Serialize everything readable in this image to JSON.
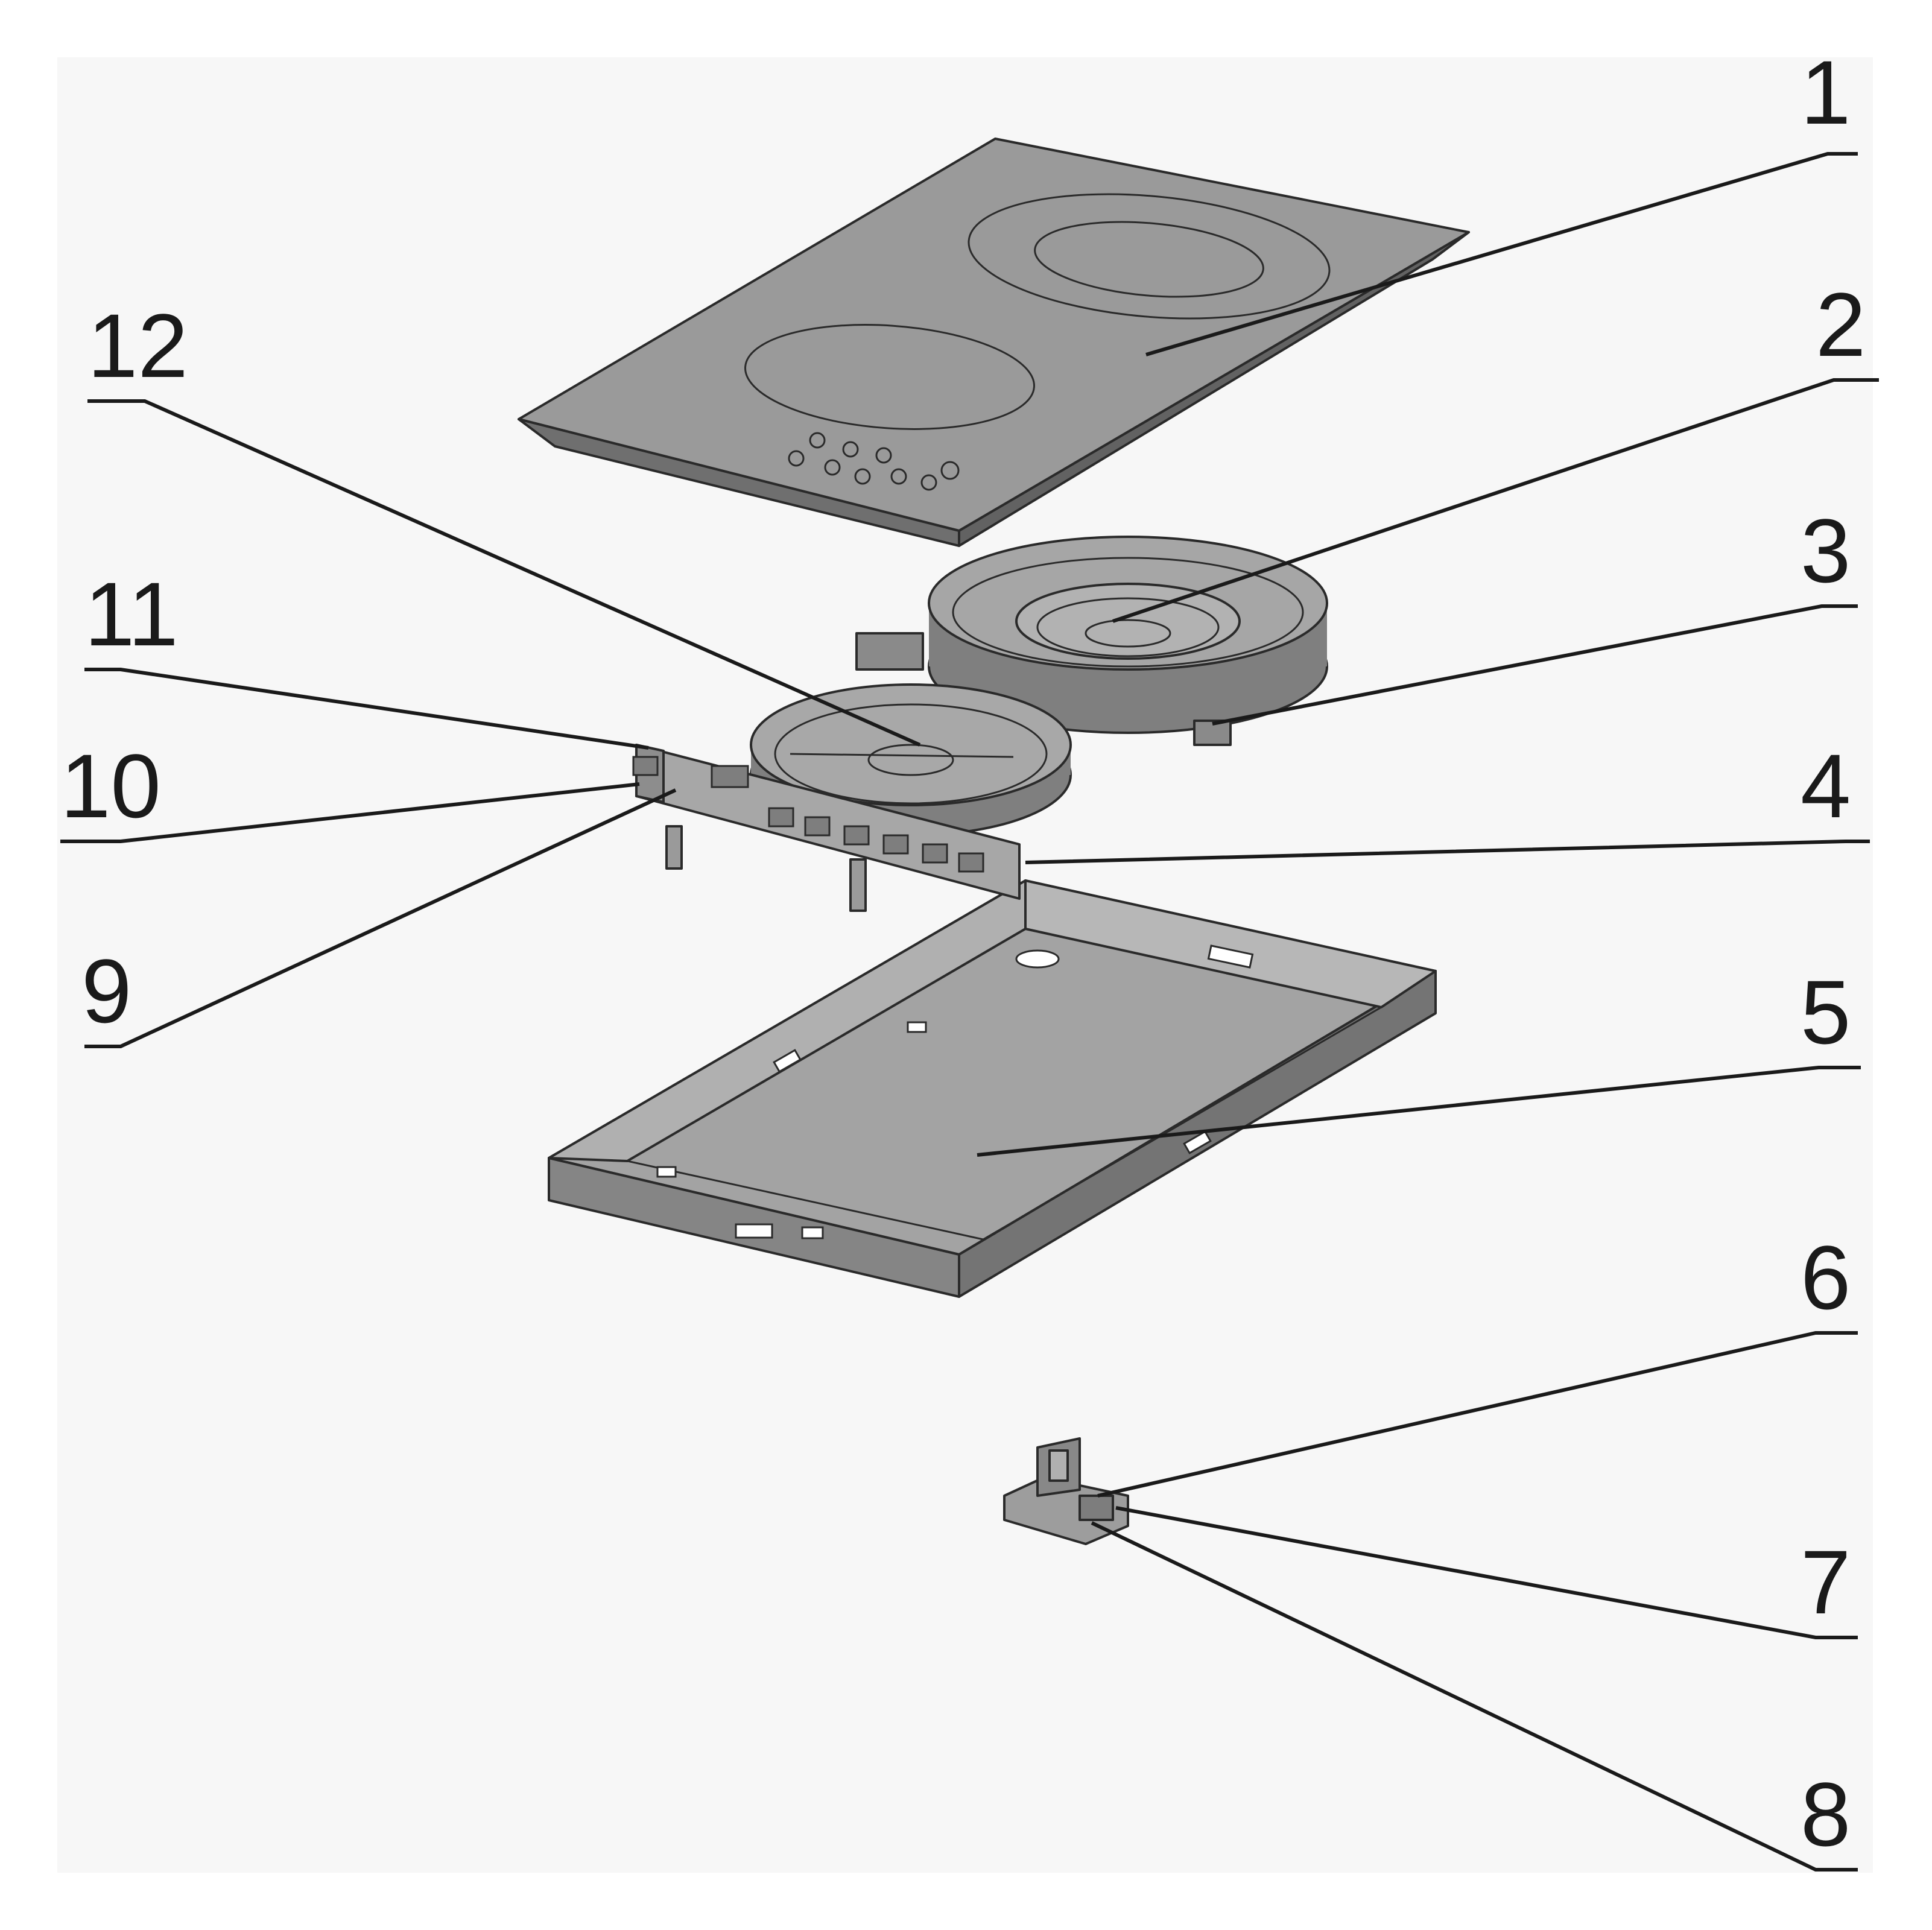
{
  "diagram": {
    "background": "#f7f7f7",
    "part_fill": "#9b9b9b",
    "part_fill_dark": "#7c7c7c",
    "part_fill_light": "#b2b2b2",
    "line_color": "#1a1a1a",
    "callouts": [
      "1",
      "2",
      "3",
      "4",
      "5",
      "6",
      "7",
      "8",
      "9",
      "10",
      "11",
      "12"
    ]
  }
}
